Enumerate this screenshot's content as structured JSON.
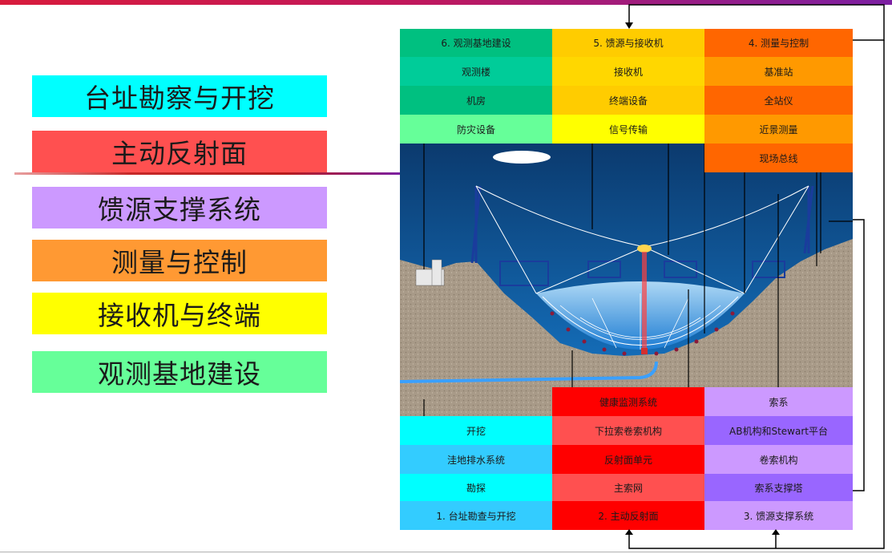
{
  "legend": [
    {
      "label": "台址勘察与开挖",
      "color": "#00ffff"
    },
    {
      "label": "主动反射面",
      "color": "#ff5050"
    },
    {
      "label": "馈源支撑系统",
      "color": "#cc99ff"
    },
    {
      "label": "测量与控制",
      "color": "#ff9933"
    },
    {
      "label": "接收机与终端",
      "color": "#ffff00"
    },
    {
      "label": "观测基地建设",
      "color": "#66ff99"
    }
  ],
  "top_table": {
    "col1": [
      "6. 观测基地建设",
      "观测楼",
      "机房",
      "防灾设备"
    ],
    "col2": [
      "5. 馈源与接收机",
      "接收机",
      "终端设备",
      "信号传输"
    ],
    "col3": [
      "4. 测量与控制",
      "基准站",
      "全站仪",
      "近景测量",
      "现场总线"
    ]
  },
  "bottom_table": {
    "col1": [
      "开挖",
      "洼地排水系统",
      "勘探",
      "1. 台址勘查与开挖"
    ],
    "col2": [
      "健康监测系统",
      "下拉索卷索机构",
      "反射面单元",
      "主索网",
      "2. 主动反射面"
    ],
    "col3": [
      "索系",
      "AB机构和Stewart平台",
      "卷索机构",
      "索系支撑塔",
      "3. 馈源支撑系统"
    ]
  },
  "colors": {
    "green_header": "#00c080",
    "green_row": "#00cc99",
    "green_light": "#66ff99",
    "yellow_header": "#ffcc00",
    "yellow_row": "#ffd700",
    "yellow_light": "#ffff00",
    "orange_header": "#ff6600",
    "orange_row": "#ff9900",
    "cyan": "#00ffff",
    "cyan_dark": "#33ccff",
    "red": "#ff0000",
    "red_light": "#ff5050",
    "purple": "#cc99ff",
    "purple_dark": "#9966ff",
    "sky": "#0a4a8a",
    "ground": "#a89a88"
  }
}
